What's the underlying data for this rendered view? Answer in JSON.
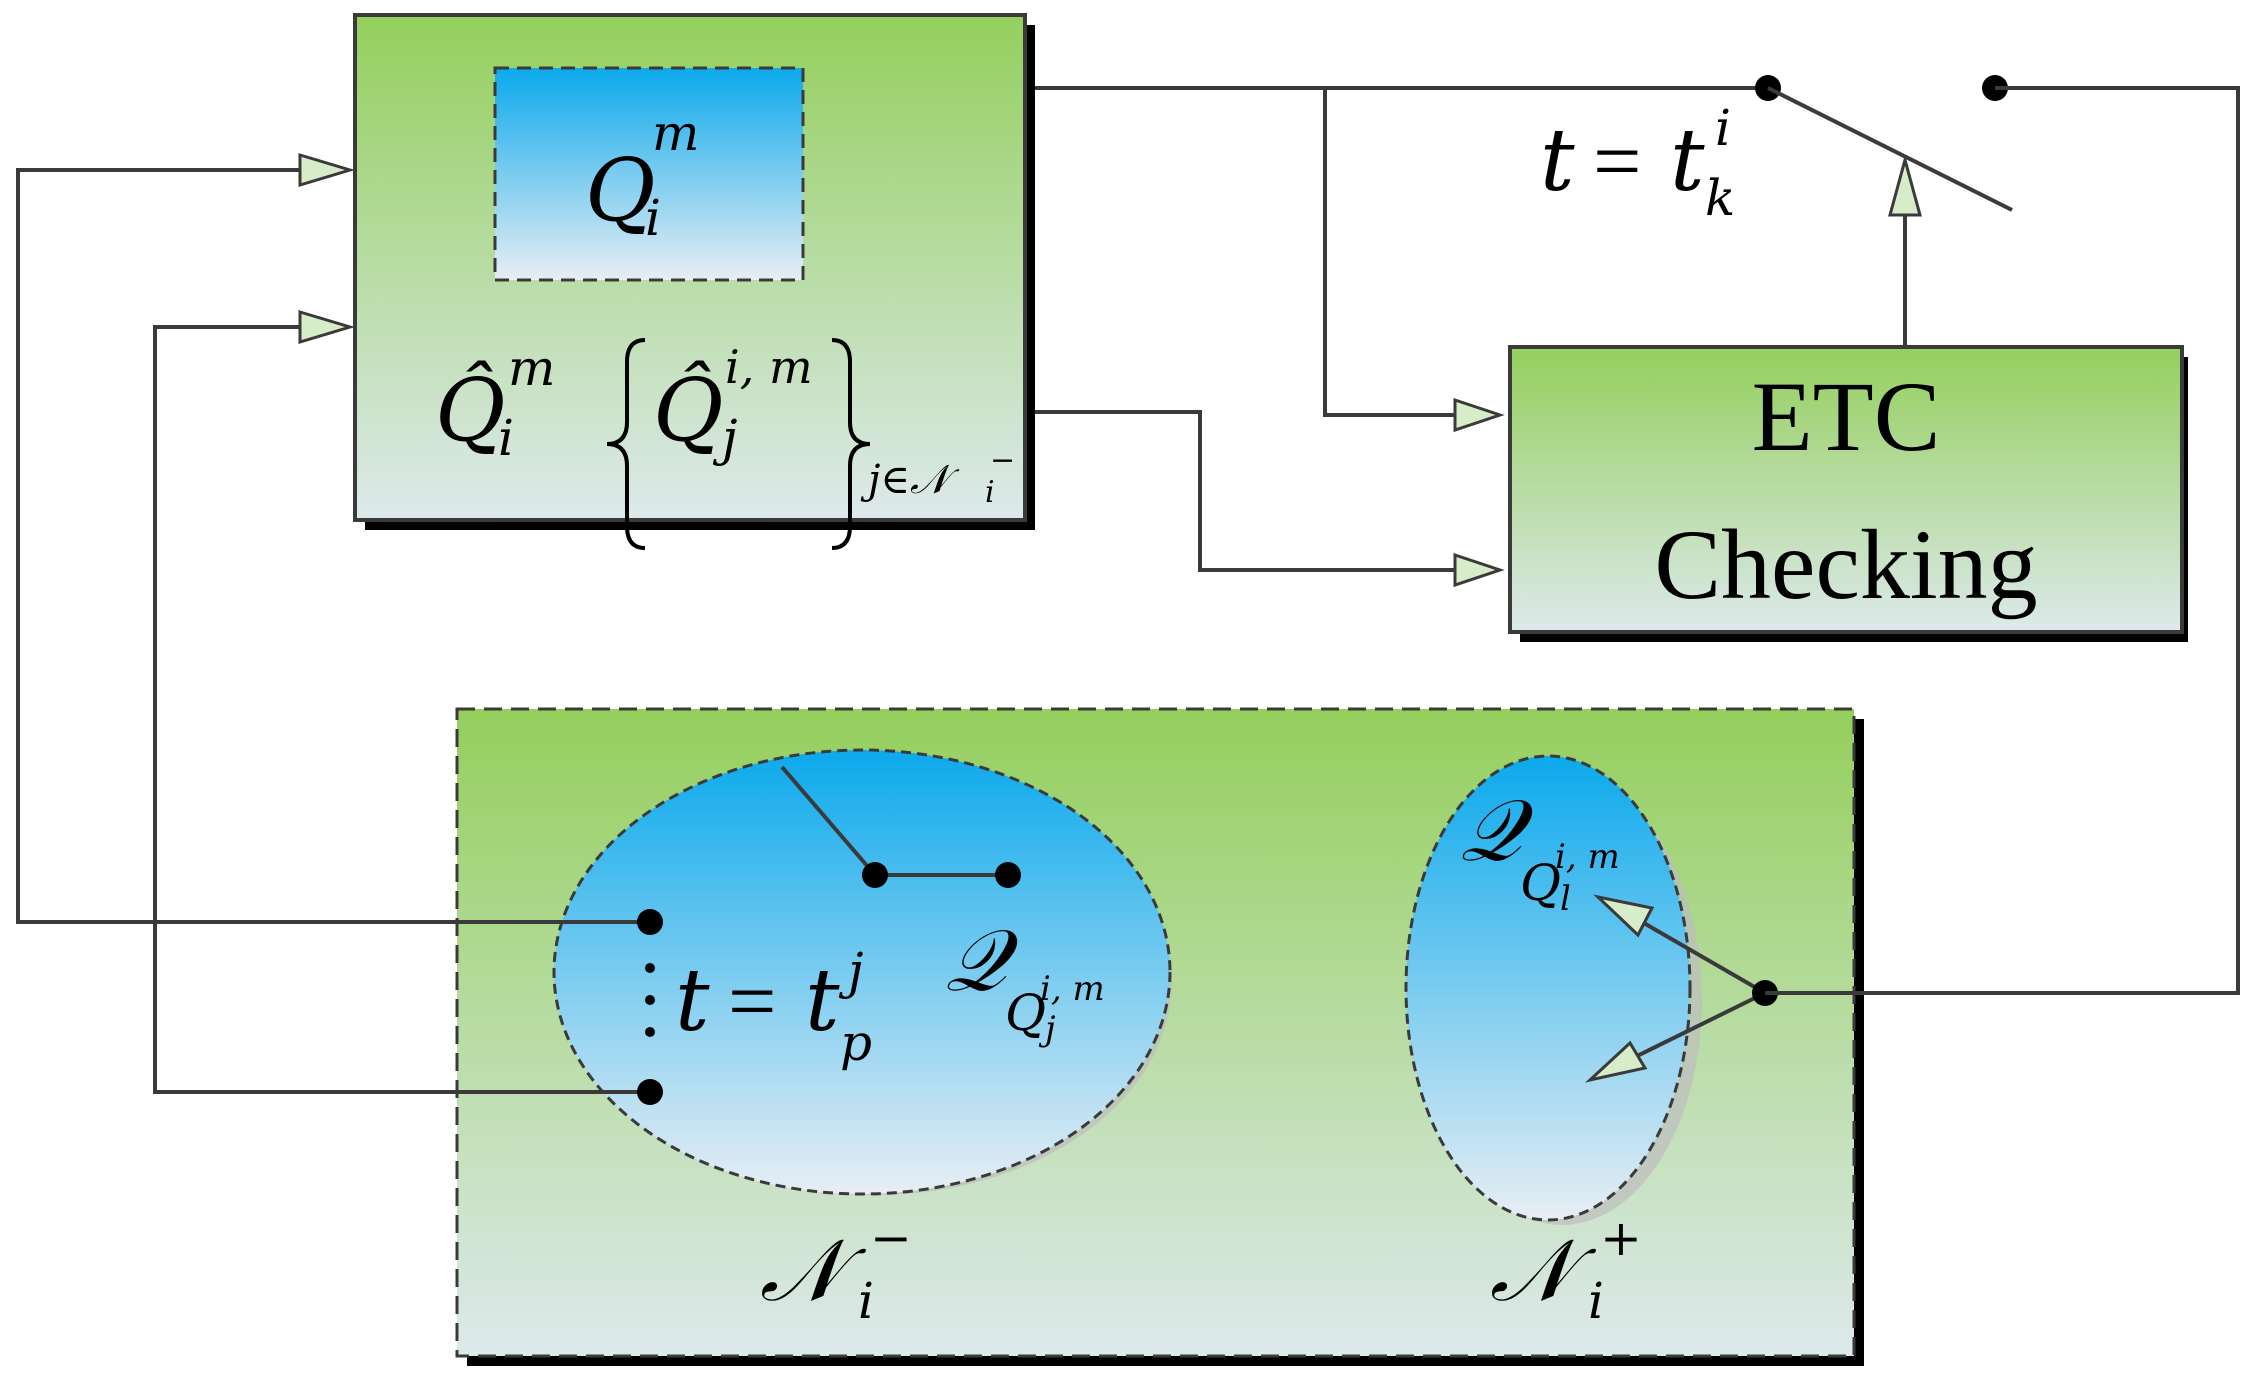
{
  "colors": {
    "green_top": "#94cf5c",
    "green_bottom": "#dde9ec",
    "blue_top": "#0ba9ec",
    "blue_bottom": "#e8eef4",
    "line": "#3a3a3a"
  },
  "controller_box": {
    "inner_var": "Q",
    "inner_sub": "i",
    "inner_sup": "m",
    "est_var": "Q̂",
    "est_sub": "i",
    "est_sup": "m",
    "set_var": "Q̂",
    "set_sub": "j",
    "set_sup": "i, m",
    "set_index": "j∈𝒩",
    "set_index_sub": "i",
    "set_index_sup": "−"
  },
  "etc_box": {
    "line1": "ETC",
    "line2": "Checking"
  },
  "switch_label": {
    "lhs": "t",
    "eq": "=",
    "rhs": "t",
    "rhs_sub": "k",
    "rhs_sup": "i"
  },
  "in_neighbors": {
    "time_lhs": "t",
    "time_eq": "=",
    "time_rhs": "t",
    "time_sub": "p",
    "time_sup": "j",
    "set_symbol": "𝒬",
    "set_sub_var": "Q",
    "set_sub_sub": "j",
    "set_sub_sup": "i, m",
    "label": "𝒩",
    "label_sub": "i",
    "label_sup": "−"
  },
  "out_neighbors": {
    "set_symbol": "𝒬",
    "set_sub_var": "Q",
    "set_sub_sub": "l",
    "set_sub_sup": "i, m",
    "label": "𝒩",
    "label_sub": "i",
    "label_sup": "+"
  }
}
